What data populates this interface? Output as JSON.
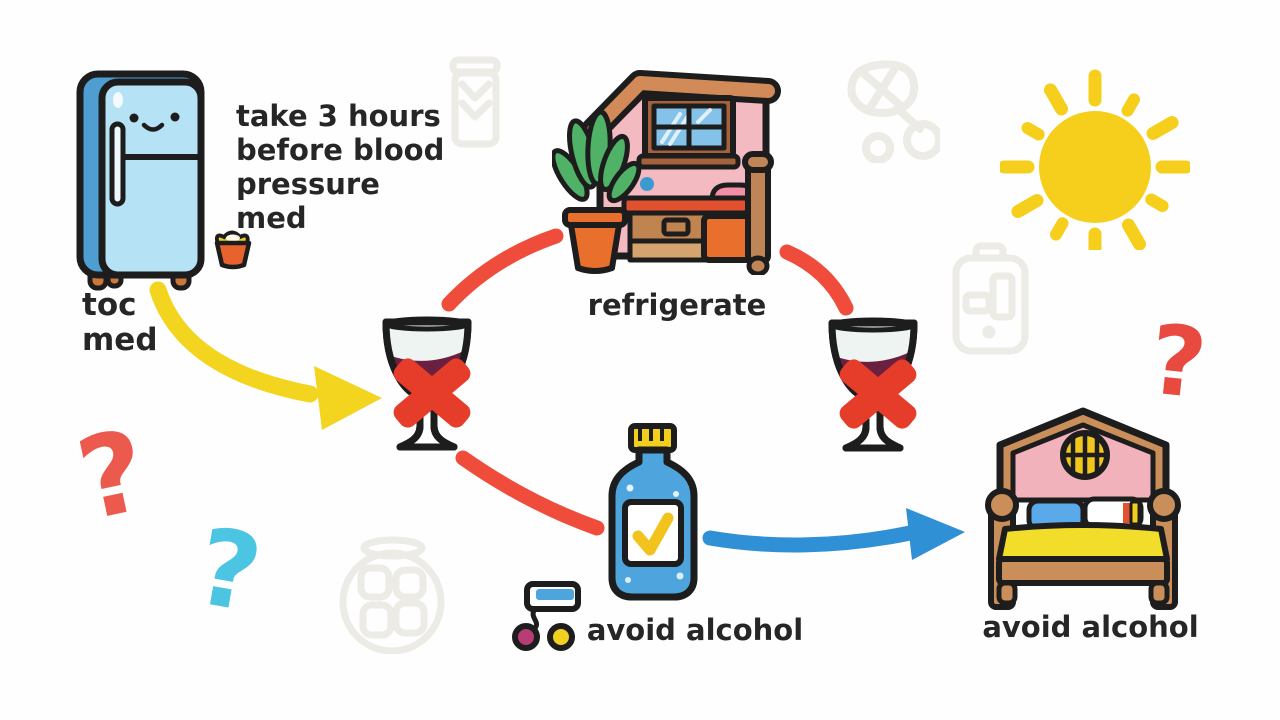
{
  "scene": {
    "background": "#fefefe",
    "texts": {
      "dose_note": "take 3 hours\nbefore blood\npressure\nmed",
      "fridge_caption": "toc\nmed",
      "house_caption": "refrigerate",
      "bottle_caption": "avoid alcohol",
      "bed_caption": "avoid alcohol",
      "question_mark": "?"
    },
    "colors": {
      "outline": "#1d1d1d",
      "text": "#262626",
      "fridge_front": "#b5e2f5",
      "fridge_side": "#4f9ed2",
      "arrow_yellow": "#f3d41f",
      "arrow_blue": "#2f90d5",
      "prohibition_red": "#e63c2a",
      "dash_red": "#ef4c3b",
      "wine": "#6b2040",
      "wall_pink": "#f3bac2",
      "wood_tan": "#d18a58",
      "orange": "#e96f2c",
      "leaf_green": "#4fb266",
      "bottle_blue": "#4ea5de",
      "sun_yellow": "#f5cf1b",
      "blanket_yellow": "#f3dd2b",
      "question_red": "#ec5a4e",
      "question_blue": "#4cc5e2",
      "doodle_gray": "#ecebe5"
    },
    "illustrations": [
      "fridge-icon",
      "medicine-cup-icon",
      "house-room-icon",
      "wine-glass-no-icon-left",
      "wine-glass-no-icon-right",
      "medicine-bottle-check-icon",
      "roller-toy-icon",
      "bed-icon",
      "sun-icon",
      "question-marks",
      "background-doodles"
    ]
  }
}
